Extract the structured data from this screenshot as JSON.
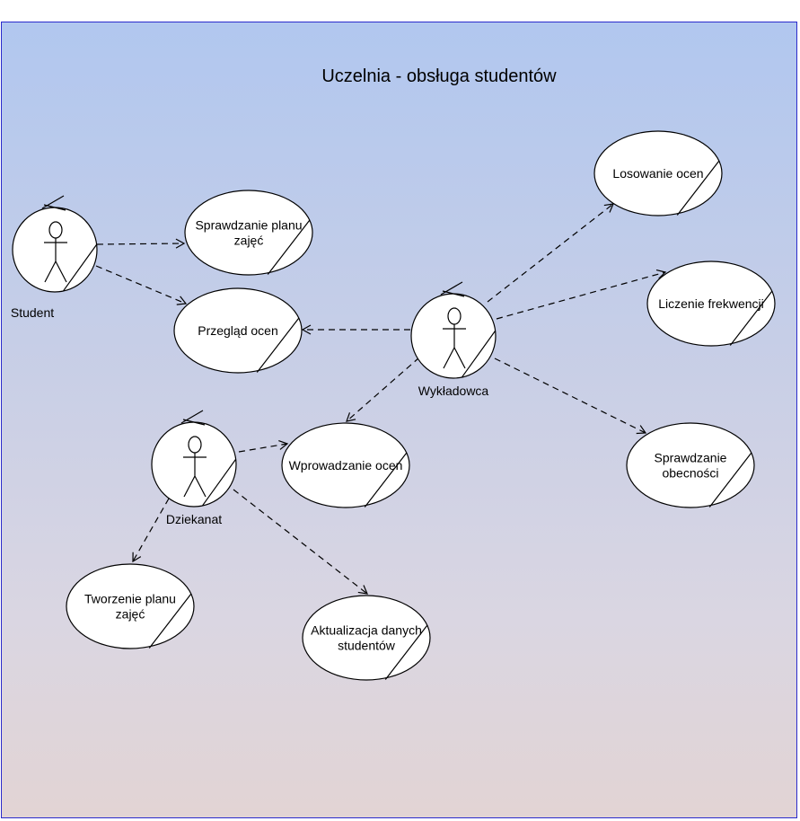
{
  "diagram": {
    "title": "Uczelnia - obsługa studentów",
    "actors": [
      {
        "id": "student",
        "label": "Student"
      },
      {
        "id": "wykladowca",
        "label": "Wykładowca"
      },
      {
        "id": "dziekanat",
        "label": "Dziekanat"
      }
    ],
    "use_cases": [
      {
        "id": "sprawdzanie-planu",
        "lines": [
          "Sprawdzanie planu",
          "zajęć"
        ]
      },
      {
        "id": "przeglad-ocen",
        "lines": [
          "Przegląd ocen"
        ]
      },
      {
        "id": "losowanie-ocen",
        "lines": [
          "Losowanie ocen"
        ]
      },
      {
        "id": "liczenie-frekwencji",
        "lines": [
          "Liczenie frekwencji"
        ]
      },
      {
        "id": "sprawdzanie-obecnosci",
        "lines": [
          "Sprawdzanie",
          "obecności"
        ]
      },
      {
        "id": "wprowadzanie-ocen",
        "lines": [
          "Wprowadzanie ocen"
        ]
      },
      {
        "id": "tworzenie-planu",
        "lines": [
          "Tworzenie planu",
          "zajęć"
        ]
      },
      {
        "id": "aktualizacja-danych",
        "lines": [
          "Aktualizacja danych",
          "studentów"
        ]
      }
    ],
    "relations": [
      {
        "from": "student",
        "to": "sprawdzanie-planu"
      },
      {
        "from": "student",
        "to": "przeglad-ocen"
      },
      {
        "from": "wykladowca",
        "to": "przeglad-ocen"
      },
      {
        "from": "wykladowca",
        "to": "losowanie-ocen"
      },
      {
        "from": "wykladowca",
        "to": "liczenie-frekwencji"
      },
      {
        "from": "wykladowca",
        "to": "sprawdzanie-obecnosci"
      },
      {
        "from": "wykladowca",
        "to": "wprowadzanie-ocen"
      },
      {
        "from": "dziekanat",
        "to": "wprowadzanie-ocen"
      },
      {
        "from": "dziekanat",
        "to": "tworzenie-planu"
      },
      {
        "from": "dziekanat",
        "to": "aktualizacja-danych"
      }
    ],
    "colors": {
      "frame_border": "#2a2acc",
      "gradient_top": "#b1c7ef",
      "gradient_bottom": "#e2d4d4"
    }
  }
}
